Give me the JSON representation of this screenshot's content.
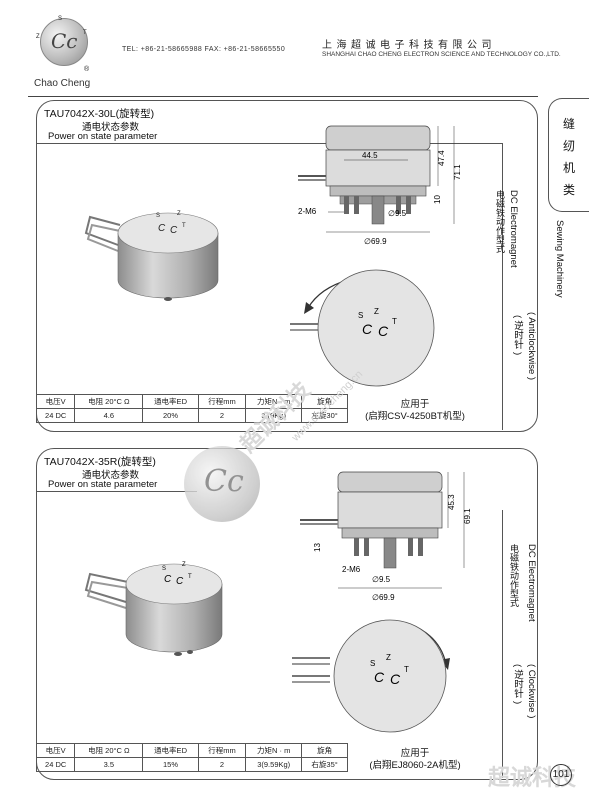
{
  "header": {
    "logo_letters": "Cc",
    "logo_ring": [
      "S",
      "T",
      "Z"
    ],
    "brand": "Chao Cheng",
    "registered": "®",
    "contact": "TEL: +86-21-58665988  FAX: +86-21-58665550",
    "company_cn": "上海超诚电子科技有限公司",
    "company_en": "SHANGHAI CHAO CHENG ELECTRON SCIENCE AND TECHNOLOGY CO.,LTD."
  },
  "category": {
    "cn_chars": [
      "缝",
      "纫",
      "机",
      "类"
    ],
    "en": "Sewing Machinery"
  },
  "products": [
    {
      "model": "TAU7042X-30L(旋转型)",
      "state_cn": "通电状态参数",
      "state_en": "Power on state parameter",
      "type_en": "DC Electromagnet",
      "type_cn": "电磁铁动作型式",
      "direction_en": "( Anticlockwise )",
      "direction_cn": "( 逆时针 )",
      "dims": {
        "w": "44.5",
        "h1": "47.4",
        "h2": "71.1",
        "h3": "10",
        "thread": "2-M6",
        "shaft": "∅9.5",
        "dia": "∅69.9"
      },
      "marks": [
        "S",
        "Z",
        "C",
        "C",
        "T"
      ],
      "table_headers": [
        "电压V",
        "电阻 20°C Ω",
        "通电率ED",
        "行程mm",
        "力矩N · m",
        "旋角"
      ],
      "table_values": [
        "24 DC",
        "4.6",
        "20%",
        "2",
        "3 (9Kg)",
        "左旋30°"
      ],
      "app_title": "应用于",
      "app_model": "(启翔CSV-4250BT机型)"
    },
    {
      "model": "TAU7042X-35R(旋转型)",
      "state_cn": "通电状态参数",
      "state_en": "Power on state parameter",
      "type_en": "DC Electromagnet",
      "type_cn": "电磁铁动作型式",
      "direction_en": "( Clockwise )",
      "direction_cn": "( 逆时针 )",
      "dims": {
        "h1": "45.3",
        "h2": "69.1",
        "h3": "13",
        "thread": "2-M6",
        "shaft": "∅9.5",
        "dia": "∅69.9"
      },
      "marks": [
        "S",
        "Z",
        "C",
        "C",
        "T"
      ],
      "table_headers": [
        "电压V",
        "电阻 20°C Ω",
        "通电率ED",
        "行程mm",
        "力矩N · m",
        "旋角"
      ],
      "table_values": [
        "24 DC",
        "3.5",
        "15%",
        "2",
        "3(9.59Kg)",
        "右旋35°"
      ],
      "app_title": "应用于",
      "app_model": "(启翔EJ8060-2A机型)"
    }
  ],
  "watermark": {
    "cn": "超诚科技",
    "url": "www.chaocheng.cn"
  },
  "page_number": "101"
}
